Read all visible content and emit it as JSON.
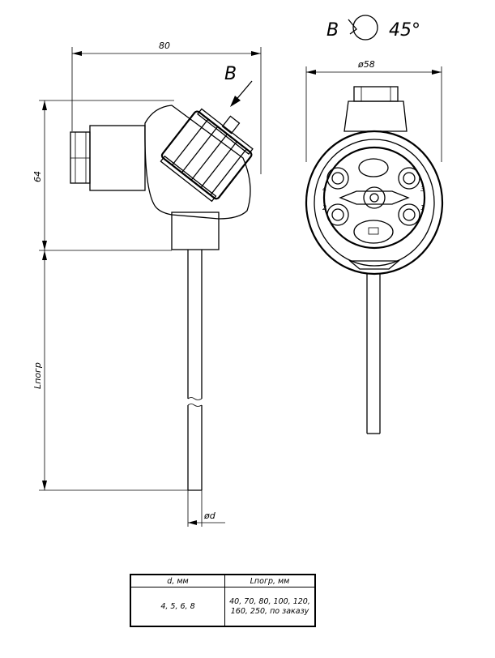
{
  "view_direction": {
    "arrow_label": "B",
    "view_label": "B",
    "rotation_label": "45°"
  },
  "dimensions": {
    "width": "80",
    "head_height": "64",
    "diameter_head": "ø58",
    "immersion_length": "Lпогр",
    "diameter_probe": "ød"
  },
  "terminals": [
    "1",
    "2",
    "3",
    "4"
  ],
  "table": {
    "headers": [
      "d, мм",
      "Lпогр, мм"
    ],
    "rows": [
      {
        "d": "4, 5, 6, 8",
        "length_line1": "40, 70, 80, 100, 120,",
        "length_line2": "160, 250, по заказу"
      }
    ]
  }
}
